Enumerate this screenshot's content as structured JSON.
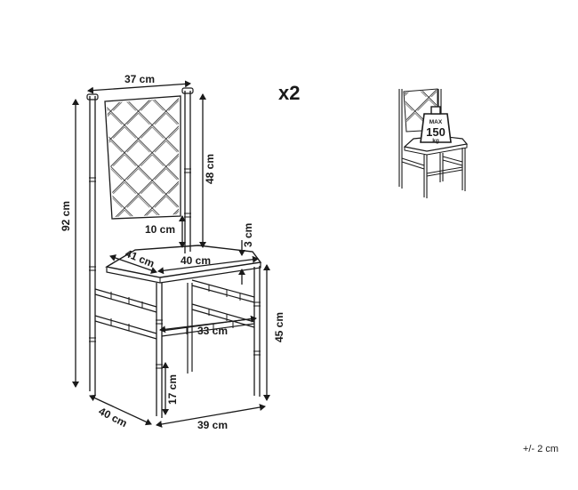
{
  "quantity": "x2",
  "tolerance": "+/- 2 cm",
  "max_load": {
    "max": "MAX",
    "value": "150",
    "unit": "kg"
  },
  "dimensions": {
    "backrest_width": "37 cm",
    "backrest_height": "48 cm",
    "total_height": "92 cm",
    "back_gap": "10 cm",
    "seat_thickness": "3 cm",
    "seat_depth": "41 cm",
    "seat_width": "40 cm",
    "seat_height": "45 cm",
    "stretcher_width": "33 cm",
    "stretcher_height": "17 cm",
    "base_depth": "40 cm",
    "base_width": "39 cm"
  }
}
